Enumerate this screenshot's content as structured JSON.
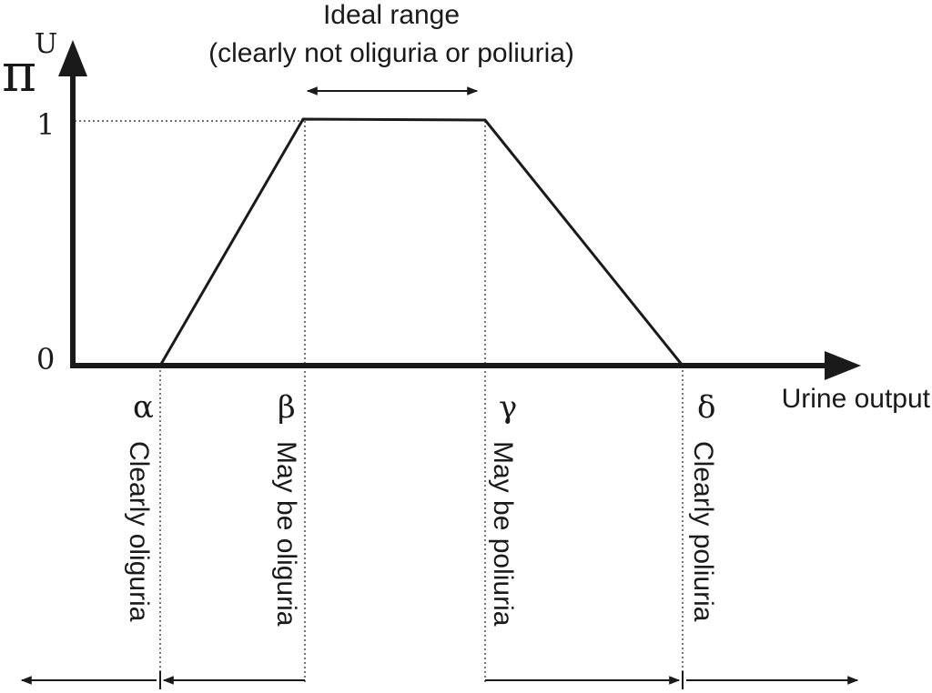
{
  "header": {
    "line1": "Ideal range",
    "line2": "(clearly not oliguria or poliuria)"
  },
  "y_axis": {
    "symbol": "π",
    "superscript": "U",
    "tick_top": "1",
    "tick_bottom": "0"
  },
  "x_axis": {
    "label": "Urine output"
  },
  "breakpoints": [
    {
      "symbol": "α",
      "caption": "Clearly oliguria"
    },
    {
      "symbol": "β",
      "caption": "May be oliguria"
    },
    {
      "symbol": "γ",
      "caption": "May be poliuria"
    },
    {
      "symbol": "δ",
      "caption": "Clearly poliuria"
    }
  ],
  "membership_profile": [
    0,
    1,
    1,
    0
  ],
  "colors": {
    "ink": "#1a1a1a",
    "background": "#ffffff"
  }
}
